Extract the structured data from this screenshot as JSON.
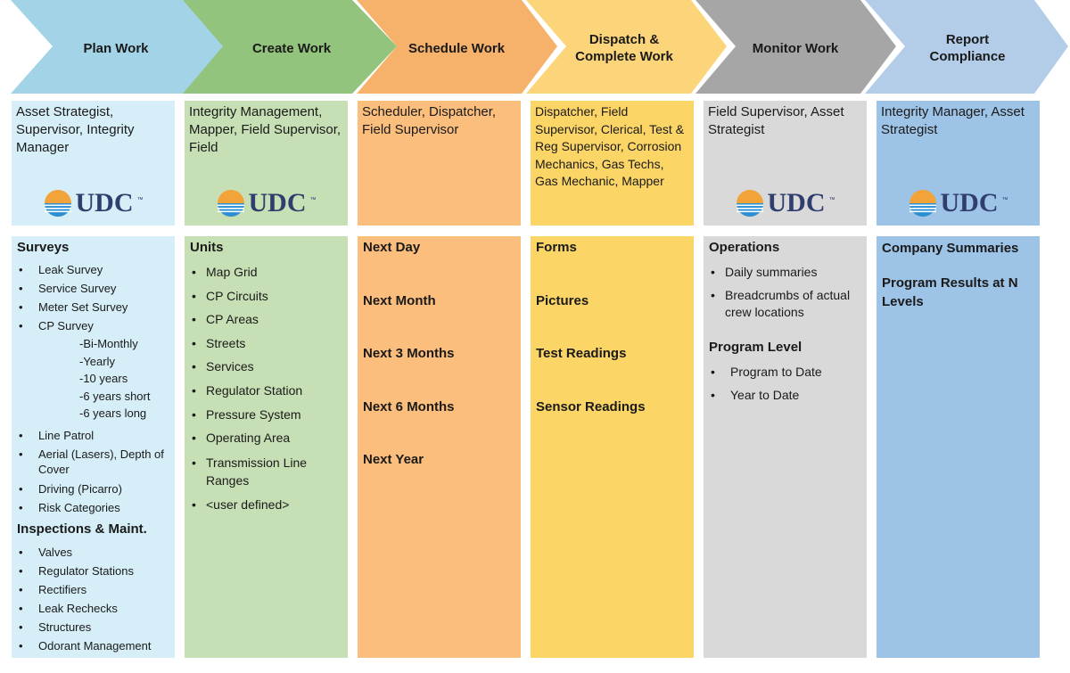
{
  "stages": [
    {
      "title": "Plan Work",
      "roles": "Asset Strategist, Supervisor, Integrity Manager",
      "sections": [
        {
          "heading": "Surveys",
          "items": [
            "Leak Survey",
            "Service Survey",
            "Meter Set Survey",
            "CP Survey"
          ],
          "subitems": [
            "-Bi-Monthly",
            "-Yearly",
            "-10 years",
            "-6 years short",
            "-6 years long"
          ],
          "items_after": [
            "Line Patrol",
            "Aerial (Lasers), Depth of Cover",
            "Driving (Picarro)",
            "Risk Categories"
          ]
        },
        {
          "heading": "Inspections & Maint.",
          "items": [
            "Valves",
            "Regulator Stations",
            "Rectifiers",
            "Leak Rechecks",
            "Structures",
            "Odorant Management"
          ]
        }
      ]
    },
    {
      "title": "Create Work",
      "roles": "Integrity Management, Mapper, Field Supervisor, Field",
      "heading": "Units",
      "items": [
        "Map Grid",
        "CP Circuits",
        "CP Areas",
        "Streets",
        "Services",
        "Regulator Station",
        "Pressure System",
        "Operating Area",
        "Transmission Line Ranges",
        "<user defined>"
      ]
    },
    {
      "title": "Schedule Work",
      "roles": "Scheduler, Dispatcher, Field Supervisor",
      "items": [
        "Next Day",
        "Next Month",
        "Next 3 Months",
        "Next 6  Months",
        "Next Year"
      ]
    },
    {
      "title": "Dispatch & Complete Work",
      "roles": "Dispatcher, Field Supervisor, Clerical, Test & Reg Supervisor, Corrosion Mechanics, Gas Techs, Gas Mechanic, Mapper",
      "items": [
        "Forms",
        "Pictures",
        "Test Readings",
        "Sensor Readings"
      ]
    },
    {
      "title": "Monitor Work",
      "roles": "Field Supervisor,  Asset Strategist",
      "sections": [
        {
          "heading": "Operations",
          "items": [
            "Daily summaries",
            "Breadcrumbs of actual crew locations"
          ]
        },
        {
          "heading": "Program Level",
          "items": [
            "Program to Date",
            "Year to Date"
          ]
        }
      ]
    },
    {
      "title": "Report Compliance",
      "roles": "Integrity  Manager, Asset Strategist",
      "items": [
        "Company Summaries",
        "Program Results at N Levels"
      ]
    }
  ],
  "logo": {
    "text": "UDC",
    "tm": "™"
  },
  "colors": {
    "arrows": [
      "#a3d3e6",
      "#93c47d",
      "#f6b26b",
      "#fcd57a",
      "#a6a6a6",
      "#b3cde9"
    ],
    "role_boxes": [
      "#d6eef7",
      "#c6dfb4",
      "#fbbe7c",
      "#fcd567",
      "#d9d9d9",
      "#9dc3e6"
    ],
    "content_boxes": [
      "#d6eef7",
      "#c6dfb4",
      "#fbbe7c",
      "#fcd567",
      "#d9d9d9",
      "#9dc3e6"
    ]
  }
}
